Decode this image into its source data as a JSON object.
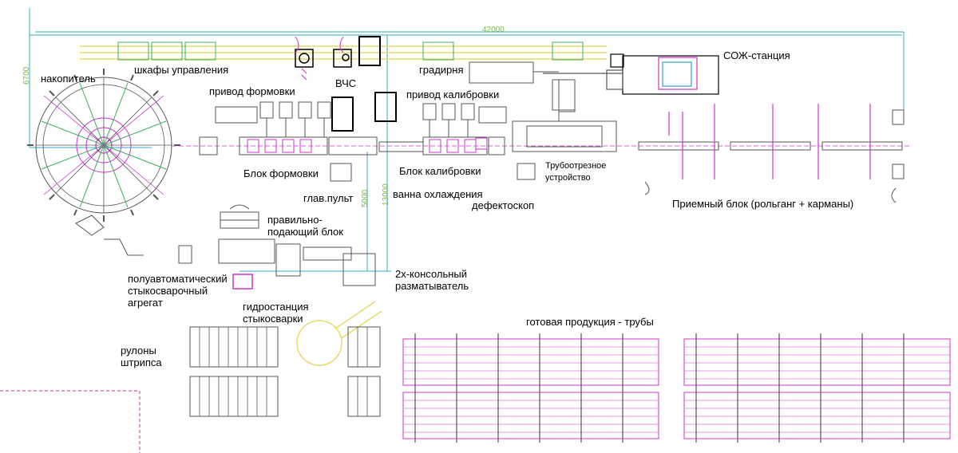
{
  "dimensions": {
    "overall_length": "42000",
    "left_width": "6700",
    "mid_width": "5000",
    "total_width": "13000"
  },
  "labels": {
    "accumulator": "накопитель",
    "control_cabinets": "шкафы управления",
    "hf_welder": "ВЧС",
    "cooling_tower": "градирня",
    "coolant_station": "СОЖ-станция",
    "forming_drive": "привод формовки",
    "sizing_drive": "привод калибровки",
    "forming_block": "Блок формовки",
    "sizing_block": "Блок калибровки",
    "main_console": "глав.пульт",
    "cooling_bath": "ванна охлаждения",
    "flaw_detector": "дефектоскоп",
    "cutoff_device": "Трубоотрезное\nустройство",
    "runout_block": "Приемный блок (рольганг + карманы)",
    "straightener": "правильно-\nподающий блок",
    "butt_welder": "полуавтоматический\nстыкосварочный\nагрегат",
    "hydraulic_station": "гидростанция\nстыкосварки",
    "uncoiler": "2х-консольный\nразматыватель",
    "strip_coils": "рулоны\nштрипса",
    "finished_pipes": "готовая продукция - трубы"
  },
  "colors": {
    "frame_blue": "#3aa8c8",
    "dim_green": "#6fbf3a",
    "magenta": "#cc33cc",
    "machine_gray": "#555555",
    "coil_outline": "#555555",
    "yellow": "#e8d96a"
  }
}
